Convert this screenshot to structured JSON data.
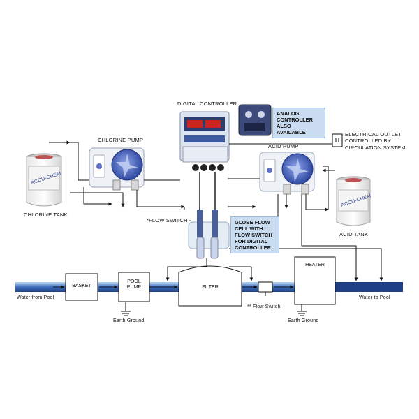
{
  "labels": {
    "digital_controller": "DIGITAL CONTROLLER",
    "chlorine_pump": "CHLORINE PUMP",
    "acid_pump": "ACID PUMP",
    "chlorine_tank": "CHLORINE TANK",
    "acid_tank": "ACID TANK",
    "flow_switch_star": "*FLOW SWITCH -",
    "flow_switch_double": "** Flow Switch",
    "water_from_pool": "Water from Pool",
    "water_to_pool": "Water to Pool",
    "earth_ground_1": "Earth Ground",
    "earth_ground_2": "Earth Ground",
    "tank_brand": "ACCU-CHEM"
  },
  "notes": {
    "analog_line1": "ANALOG",
    "analog_line2": "CONTROLLER",
    "analog_line3": "ALSO AVAILABLE",
    "globe_line1": "GLOBE FLOW",
    "globe_line2": "CELL WITH",
    "globe_line3": "FLOW SWITCH",
    "globe_line4": "FOR DIGITAL",
    "globe_line5": "CONTROLLER",
    "outlet_line1": "ELECTRICAL OUTLET",
    "outlet_line2": "CONTROLLED BY",
    "outlet_line3": "CIRCULATION SYSTEM"
  },
  "boxes": {
    "basket": "BASKET",
    "pool_pump_1": "POOL",
    "pool_pump_2": "PUMP",
    "filter": "FILTER",
    "heater": "HEATER"
  },
  "colors": {
    "pipe": "#2f5fa8",
    "pipe_light": "#9dc0ea",
    "note_bg": "#c9dcf0",
    "pump_blue": "#3a58b8"
  }
}
